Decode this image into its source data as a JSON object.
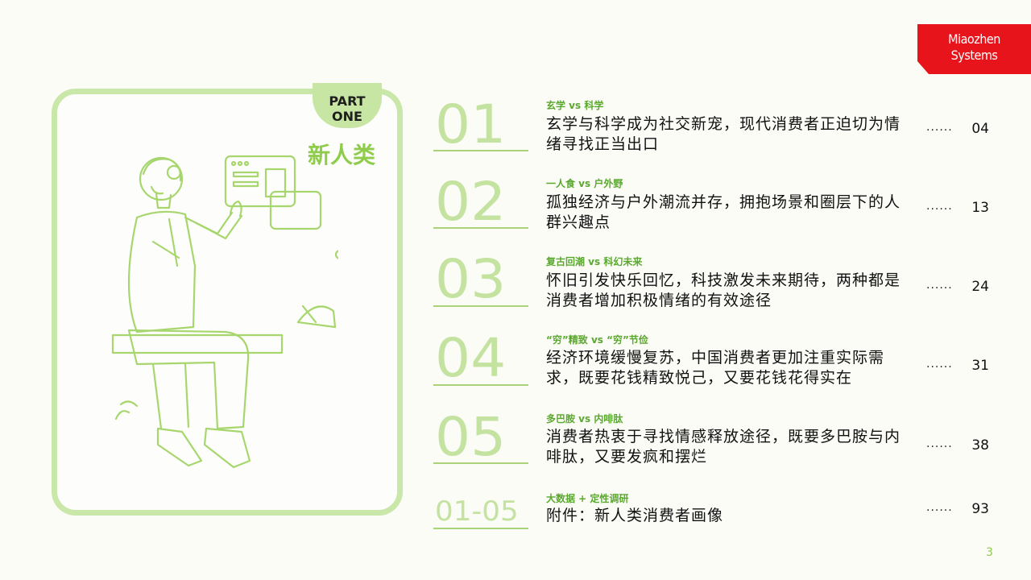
{
  "logo": {
    "line1": "Miaozhen",
    "line2": "Systems",
    "color": "#e8141c"
  },
  "part": {
    "badge_line1": "PART",
    "badge_line2": "ONE",
    "title": "新人类"
  },
  "toc": [
    {
      "number": "01",
      "category": "玄学 vs 科学",
      "description": "玄学与科学成为社交新宠，现代消费者正迫切为情绪寻找正当出口",
      "dots": "......",
      "page": "04"
    },
    {
      "number": "02",
      "category": "一人食 vs 户外野",
      "description": "孤独经济与户外潮流并存，拥抱场景和圈层下的人群兴趣点",
      "dots": "......",
      "page": "13"
    },
    {
      "number": "03",
      "category": "复古回潮 vs 科幻未来",
      "description": "怀旧引发快乐回忆，科技激发未来期待，两种都是消费者增加积极情绪的有效途径",
      "dots": "......",
      "page": "24"
    },
    {
      "number": "04",
      "category": "“穷”精致 vs “穷”节俭",
      "description": "经济环境缓慢复苏，中国消费者更加注重实际需求，既要花钱精致悦己，又要花钱花得实在",
      "dots": "......",
      "page": "31"
    },
    {
      "number": "05",
      "category": "多巴胺 vs 内啡肽",
      "description": "消费者热衷于寻找情感释放途径，既要多巴胺与内啡肽，又要发疯和摆烂",
      "dots": "......",
      "page": "38"
    },
    {
      "number": "01-05",
      "category": "大数据 + 定性调研",
      "description": "附件：新人类消费者画像",
      "dots": "......",
      "page": "93"
    }
  ],
  "slide_number": "3",
  "colors": {
    "accent_green": "#8fcc4c",
    "light_green": "#c7e5a3",
    "number_green": "#c4e2a0"
  }
}
